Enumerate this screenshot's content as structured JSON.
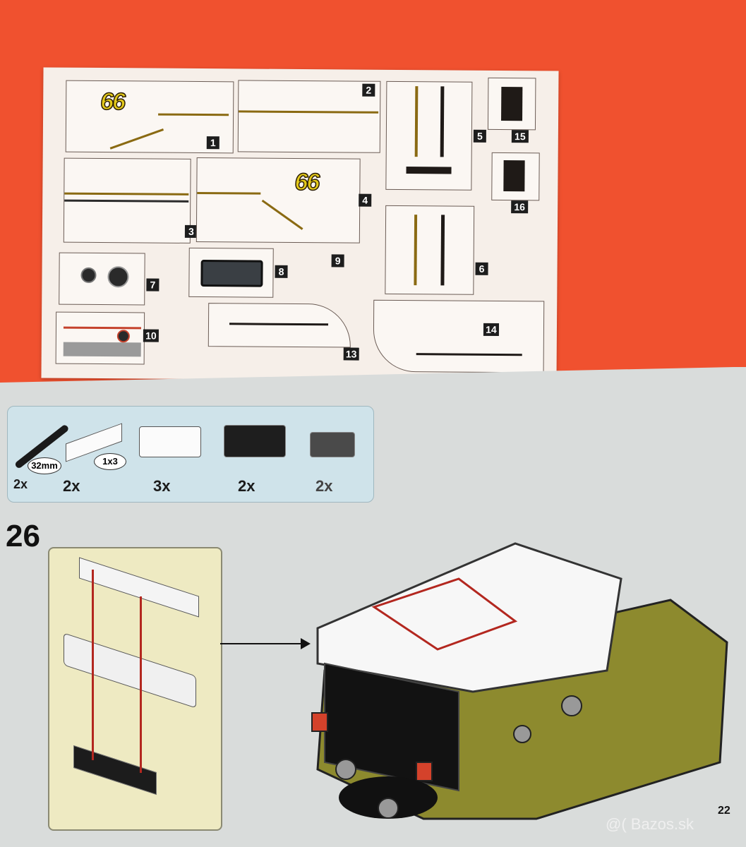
{
  "sticker_sheet": {
    "logo_text": "66",
    "labels": [
      "1",
      "2",
      "3",
      "4",
      "5",
      "6",
      "7",
      "8",
      "9",
      "10",
      "13",
      "14",
      "15",
      "16"
    ]
  },
  "manual": {
    "parts": [
      {
        "qty": "2x",
        "tag": "32mm",
        "name": "black-rod"
      },
      {
        "qty": "2x",
        "tag": "1x3",
        "name": "white-tile"
      },
      {
        "qty": "3x",
        "tag": "",
        "name": "white-slope"
      },
      {
        "qty": "2x",
        "tag": "",
        "name": "black-plate"
      },
      {
        "qty": "2x",
        "tag": "",
        "name": "dark-plate"
      }
    ],
    "step_number": "26",
    "page_number": "22"
  },
  "watermark": "@( Bazos.sk",
  "colors": {
    "background": "#f0512f",
    "sticker_sheet": "#f6efe9",
    "manual_page": "#d9dcdb",
    "parts_panel": "#cfe3ea",
    "sub_panel": "#eeeac2",
    "body": "#8d8a2e",
    "red_arrow": "#b3271f"
  }
}
